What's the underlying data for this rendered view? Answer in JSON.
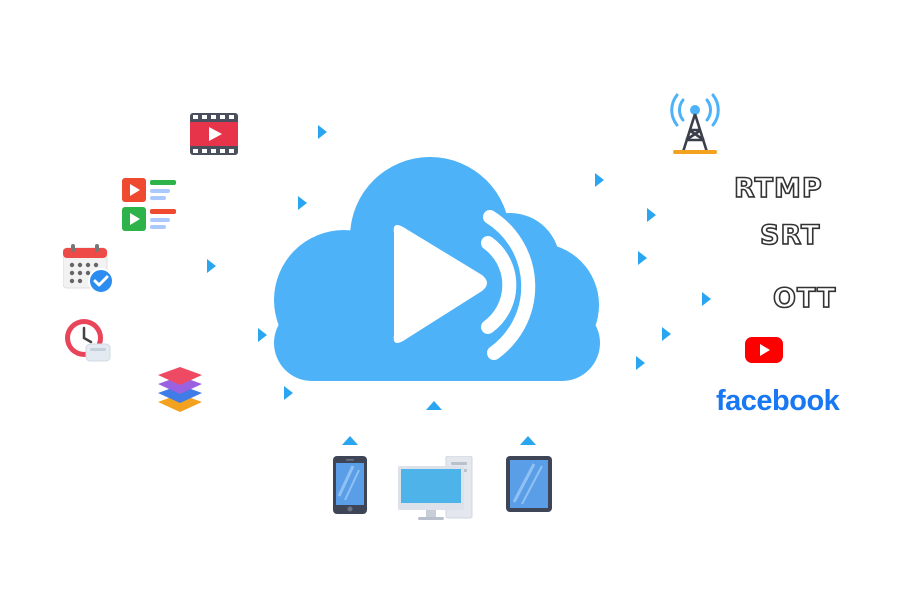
{
  "protocols": {
    "rtmp": "RTMP",
    "srt": "SRT",
    "ott": "OTT"
  },
  "social": {
    "facebook": "facebook"
  },
  "colors": {
    "cloud": "#4db2f7",
    "arrow": "#2aa6f0",
    "facebook": "#1877f2",
    "youtube": "#ff0000"
  },
  "icons": {
    "left": [
      "film-strip-icon",
      "playlist-icon",
      "calendar-check-icon",
      "clock-icon",
      "layers-stack-icon"
    ],
    "right": [
      "broadcast-tower-icon",
      "youtube-icon"
    ],
    "bottom": [
      "smartphone-icon",
      "desktop-computer-icon",
      "tablet-icon"
    ],
    "center": "cloud-play-icon"
  }
}
